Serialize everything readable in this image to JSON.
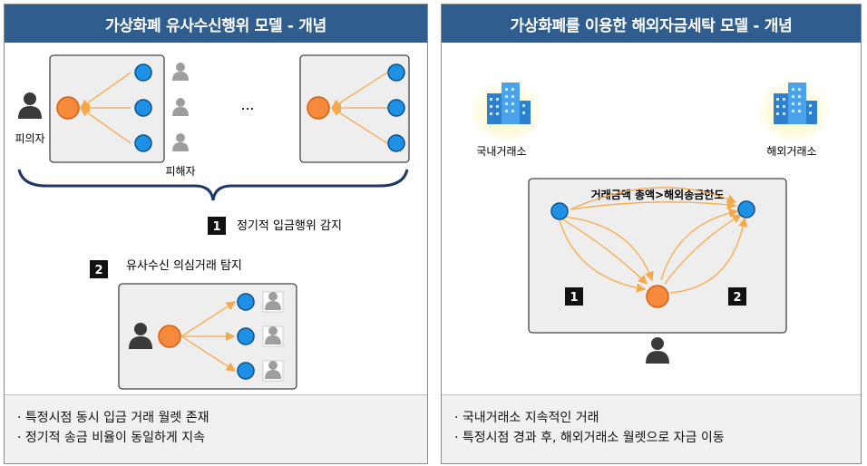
{
  "left": {
    "title": "가상화폐 유사수신행위 모델 - 개념",
    "suspect_label": "피의자",
    "victim_label": "피해자",
    "ellipsis": "...",
    "step1": {
      "num": "1",
      "text": "정기적 입금행위 감지"
    },
    "step2": {
      "num": "2",
      "text": "유사수신 의심거래 탐지"
    },
    "bullets": [
      "특정시점 동시 입금 거래 월렛 존재",
      "정기적 송금 비율이 동일하게 지속"
    ]
  },
  "right": {
    "title": "가상화폐를 이용한 해외자금세탁 모델 - 개념",
    "domestic_label": "국내거래소",
    "foreign_label": "해외거래소",
    "condition_text": "거래금액 총액>해외송금한도",
    "step1": {
      "num": "1"
    },
    "step2": {
      "num": "2"
    },
    "bullets": [
      "국내거래소 지속적인 거래",
      "특정시점 경과 후, 해외거래소 월렛으로 자금 이동"
    ]
  },
  "colors": {
    "header_bg": "#2f5d8e",
    "blue_node": "#1e90e6",
    "orange_node": "#f58a3c",
    "arrow": "#f7a94a",
    "box_bg": "#eeeeee",
    "brace": "#1f3864"
  },
  "icons": [
    "person-icon",
    "victim-icon",
    "building-icon"
  ]
}
